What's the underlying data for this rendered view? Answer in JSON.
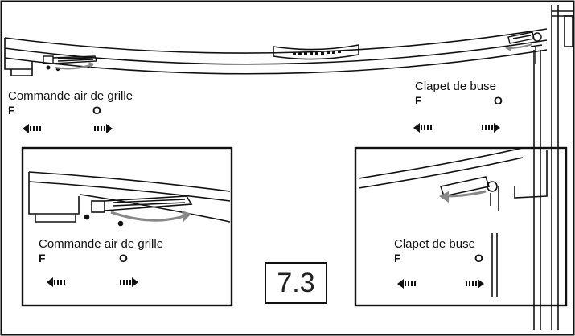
{
  "top_left": {
    "title": "Commande air de grille",
    "f": "F",
    "o": "O"
  },
  "top_right": {
    "title": "Clapet de buse",
    "f": "F",
    "o": "O"
  },
  "inset_left": {
    "title": "Commande air de grille",
    "f": "F",
    "o": "O"
  },
  "inset_right": {
    "title": "Clapet de buse",
    "f": "F",
    "o": "O"
  },
  "step": "7.3",
  "colors": {
    "line": "#111111",
    "arrow_gray": "#888888"
  }
}
